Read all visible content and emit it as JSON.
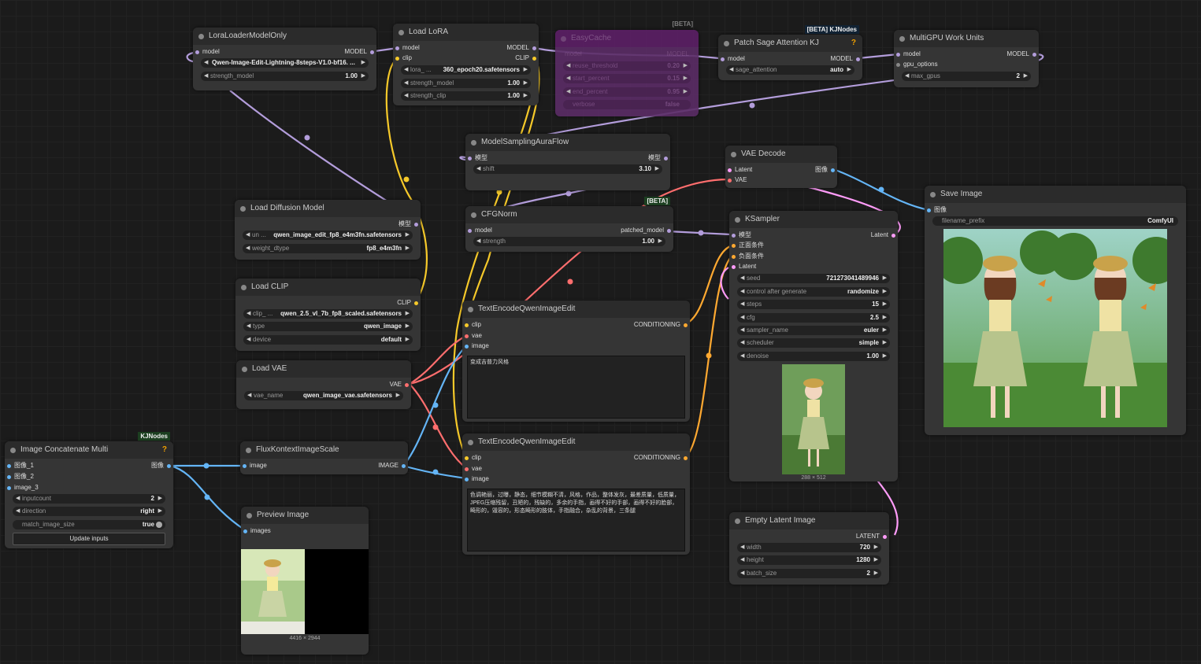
{
  "colors": {
    "model": "#b39ddb",
    "clip": "#f6c92a",
    "vae": "#ff6e6e",
    "image": "#64b5f6",
    "conditioning": "#ffa931",
    "latent": "#ff9cf9"
  },
  "lora_only": {
    "title": "LoraLoaderModelOnly",
    "in_model": "model",
    "out_model": "MODEL",
    "lora_name": "Qwen-Image-Edit-Lightning-8steps-V1.0-bf16. ...",
    "strength_label": "strength_model",
    "strength_value": "1.00"
  },
  "load_lora": {
    "title": "Load LoRA",
    "in_model": "model",
    "in_clip": "clip",
    "out_model": "MODEL",
    "out_clip": "CLIP",
    "lora_label": "lora_ ...",
    "lora_value": "360_epoch20.safetensors",
    "sm_label": "strength_model",
    "sm_value": "1.00",
    "sc_label": "strength_clip",
    "sc_value": "1.00"
  },
  "easycache": {
    "tag": "[BETA]",
    "title": "EasyCache",
    "in_model": "model",
    "out_model": "MODEL",
    "w1_label": "reuse_threshold",
    "w1_value": "0.20",
    "w2_label": "start_percent",
    "w2_value": "0.15",
    "w3_label": "end_percent",
    "w3_value": "0.95",
    "w4_label": "verbose",
    "w4_value": "false"
  },
  "sage": {
    "tag": "[BETA] KJNodes",
    "title": "Patch Sage Attention KJ",
    "q": "?",
    "in_model": "model",
    "out_model": "MODEL",
    "w_label": "sage_attention",
    "w_value": "auto"
  },
  "multigpu": {
    "title": "MultiGPU Work Units",
    "in_model": "model",
    "in_gpu": "gpu_options",
    "out_model": "MODEL",
    "w_label": "max_gpus",
    "w_value": "2"
  },
  "aura": {
    "title": "ModelSamplingAuraFlow",
    "in_model": "模型",
    "out_model": "模型",
    "w_label": "shift",
    "w_value": "3.10"
  },
  "vae_decode": {
    "title": "VAE Decode",
    "in_latent": "Latent",
    "in_vae": "VAE",
    "out_image": "图像"
  },
  "save_image": {
    "title": "Save Image",
    "in_image": "图像",
    "w_label": "filename_prefix",
    "w_value": "ComfyUI"
  },
  "diffusion": {
    "title": "Load Diffusion Model",
    "out_model": "模型",
    "w1_label": "un ...",
    "w1_value": "qwen_image_edit_fp8_e4m3fn.safetensors",
    "w2_label": "weight_dtype",
    "w2_value": "fp8_e4m3fn"
  },
  "cfgnorm": {
    "tag": "[BETA]",
    "title": "CFGNorm",
    "in_model": "model",
    "out_model": "patched_model",
    "w_label": "strength",
    "w_value": "1.00"
  },
  "ksampler": {
    "title": "KSampler",
    "in_model": "模型",
    "in_pos": "正面条件",
    "in_neg": "负面条件",
    "in_latent": "Latent",
    "out_latent": "Latent",
    "widgets": [
      {
        "label": "seed",
        "value": "721273041489946"
      },
      {
        "label": "control after generate",
        "value": "randomize"
      },
      {
        "label": "steps",
        "value": "15"
      },
      {
        "label": "cfg",
        "value": "2.5"
      },
      {
        "label": "sampler_name",
        "value": "euler"
      },
      {
        "label": "scheduler",
        "value": "simple"
      },
      {
        "label": "denoise",
        "value": "1.00"
      }
    ],
    "preview_caption": "288 × 512"
  },
  "load_clip": {
    "title": "Load CLIP",
    "out_clip": "CLIP",
    "w1_label": "clip_ ...",
    "w1_value": "qwen_2.5_vl_7b_fp8_scaled.safetensors",
    "w2_label": "type",
    "w2_value": "qwen_image",
    "w3_label": "device",
    "w3_value": "default"
  },
  "text_pos": {
    "title": "TextEncodeQwenImageEdit",
    "in_clip": "clip",
    "in_vae": "vae",
    "in_image": "image",
    "out_cond": "CONDITIONING",
    "prompt": "变成吉普力风格"
  },
  "load_vae": {
    "title": "Load VAE",
    "out_vae": "VAE",
    "w_label": "vae_name",
    "w_value": "qwen_image_vae.safetensors"
  },
  "text_neg": {
    "title": "TextEncodeQwenImageEdit",
    "in_clip": "clip",
    "in_vae": "vae",
    "in_image": "image",
    "out_cond": "CONDITIONING",
    "prompt": "色调艳丽，过曝，静态，细节模糊不清，风格，作品，整体发灰，最差质量，低质量，JPEG压缩残留，丑陋的，残缺的，多余的手指，画得不好的手部，画得不好的脸部，畸形的，毁容的，形态畸形的肢体，手指融合，杂乱的背景，三条腿"
  },
  "concat": {
    "tag": "KJNodes",
    "title": "Image Concatenate Multi",
    "q": "?",
    "in1": "图像_1",
    "in2": "图像_2",
    "in3": "image_3",
    "out_image": "图像",
    "w1_label": "inputcount",
    "w1_value": "2",
    "w2_label": "direction",
    "w2_value": "right",
    "w3_label": "match_image_size",
    "w3_value": "true",
    "button": "Update inputs"
  },
  "flux": {
    "title": "FluxKontextImageScale",
    "in_image": "image",
    "out_image": "IMAGE"
  },
  "preview": {
    "title": "Preview Image",
    "in_images": "images",
    "caption": "4416 × 2944"
  },
  "latent": {
    "title": "Empty Latent Image",
    "out_latent": "LATENT",
    "w1_label": "width",
    "w1_value": "720",
    "w2_label": "height",
    "w2_value": "1280",
    "w3_label": "batch_size",
    "w3_value": "2"
  }
}
